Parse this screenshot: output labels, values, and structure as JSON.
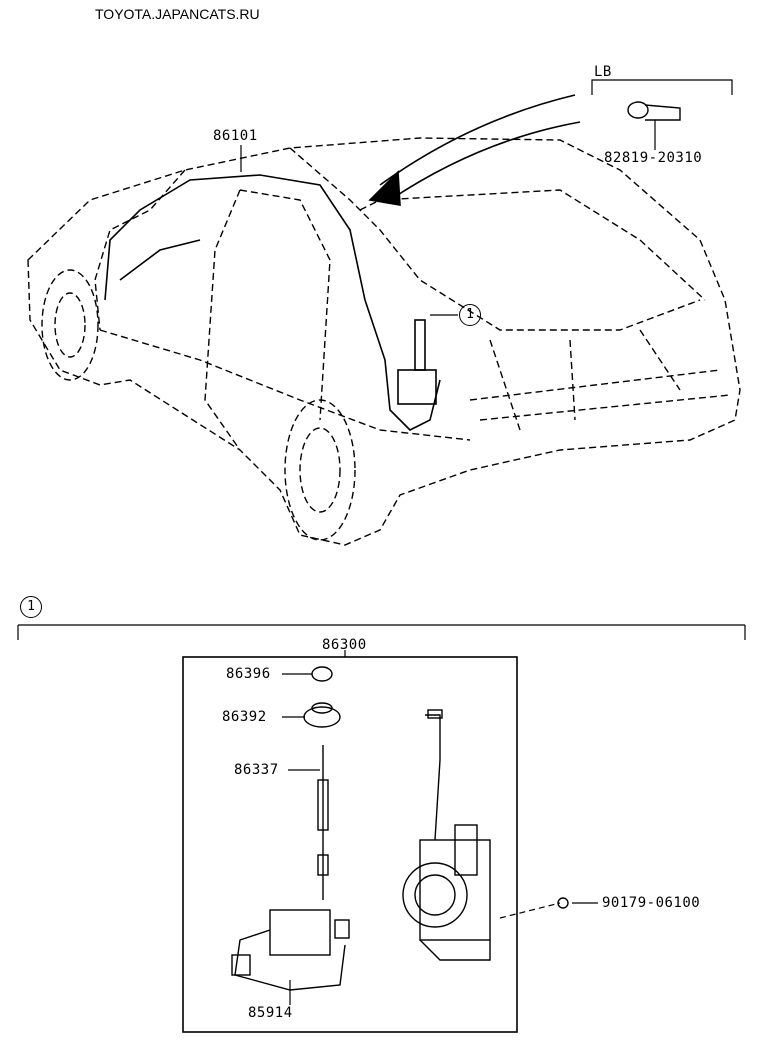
{
  "watermark": "TOYOTA.JAPANCATS.RU",
  "labels": {
    "harness": "86101",
    "lb": "LB",
    "clip": "82819-20310",
    "callout": "1",
    "section": "1",
    "antenna_assy": "86300",
    "cap": "86396",
    "bushing": "86392",
    "rod": "86337",
    "relay": "85914",
    "nut": "90179-06100"
  }
}
